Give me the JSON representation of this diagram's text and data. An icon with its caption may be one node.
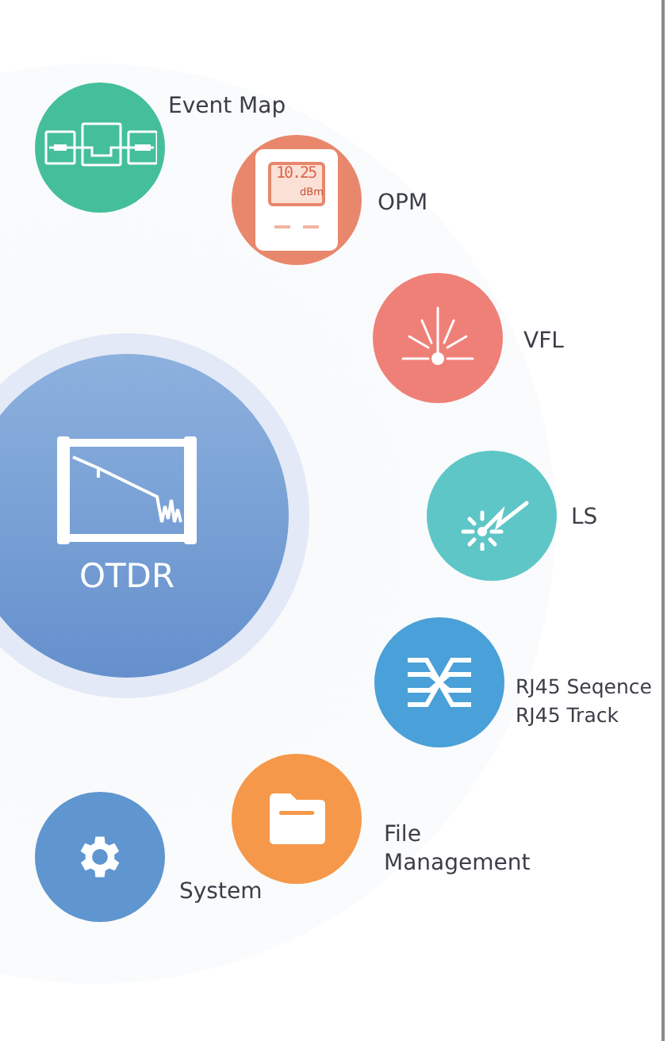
{
  "diagram": {
    "nodes": [
      {
        "text": [
          "OTDR"
        ]
      },
      {
        "text": [
          "Event Map"
        ]
      },
      {
        "text": [
          "OPM"
        ]
      },
      {
        "text": [
          "VFL"
        ]
      },
      {
        "text": [
          "LS"
        ]
      },
      {
        "text": [
          "RJ45 Seqence",
          "RJ45 Track"
        ]
      },
      {
        "text": [
          "File Management"
        ]
      },
      {
        "text": [
          "System"
        ]
      }
    ],
    "labels": [
      "10.25",
      "dBm"
    ]
  }
}
